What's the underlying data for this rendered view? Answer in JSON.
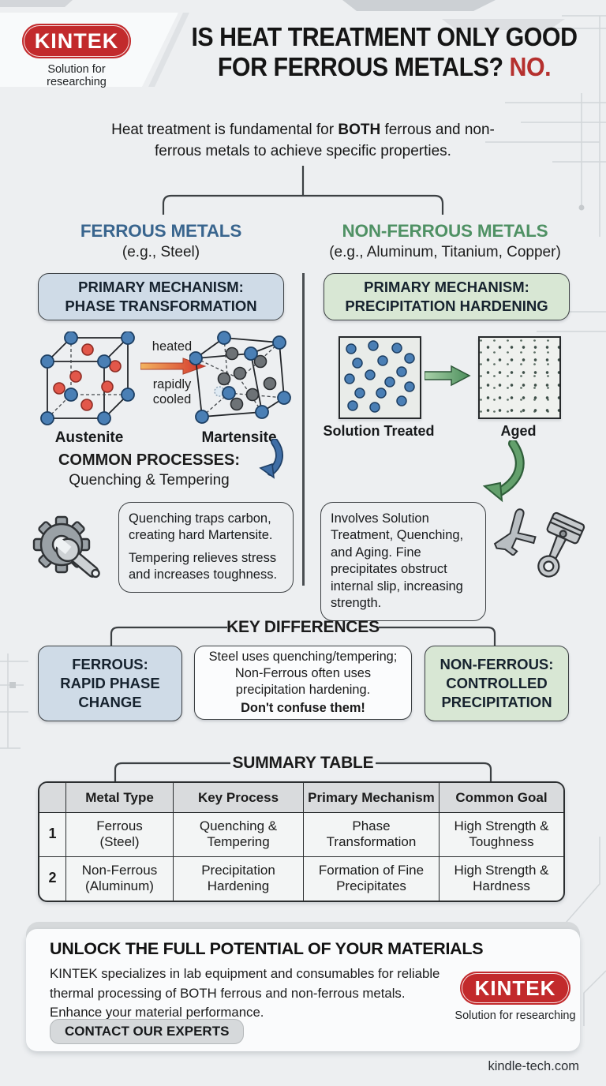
{
  "brand": {
    "name": "KINTEK",
    "tagline": "Solution for researching"
  },
  "header": {
    "title_line1": "IS HEAT TREATMENT ONLY GOOD",
    "title_line2": "FOR FERROUS METALS?",
    "answer": "NO."
  },
  "intro": {
    "pre": "Heat treatment is fundamental for ",
    "bold": "BOTH",
    "post": " ferrous and non-ferrous metals to achieve specific properties."
  },
  "ferrous": {
    "heading": "FERROUS METALS",
    "example": "(e.g., Steel)",
    "mechanism_label": "PRIMARY MECHANISM:",
    "mechanism_value": "PHASE TRANSFORMATION",
    "arrow_label_top": "heated",
    "arrow_label_bottom": "rapidly cooled",
    "structure_before": "Austenite",
    "structure_after": "Martensite",
    "processes_label": "COMMON PROCESSES:",
    "processes_value": "Quenching & Tempering",
    "note_1": "Quenching traps carbon, creating hard Martensite.",
    "note_2": "Tempering relieves stress and increases toughness."
  },
  "nonferrous": {
    "heading": "NON-FERROUS METALS",
    "example": "(e.g., Aluminum, Titanium, Copper)",
    "mechanism_label": "PRIMARY MECHANISM:",
    "mechanism_value": "PRECIPITATION HARDENING",
    "structure_before": "Solution Treated",
    "structure_after": "Aged",
    "note": "Involves Solution Treatment, Quenching, and Aging. Fine precipitates obstruct internal slip, increasing strength."
  },
  "key_differences": {
    "title": "KEY DIFFERENCES",
    "ferrous_label": "FERROUS:",
    "ferrous_value": "RAPID PHASE CHANGE",
    "center_text": "Steel uses quenching/tempering; Non-Ferrous often uses precipitation hardening.",
    "center_warning": "Don't confuse them!",
    "nonferrous_label": "NON-FERROUS:",
    "nonferrous_value": "CONTROLLED PRECIPITATION"
  },
  "summary_table": {
    "title": "SUMMARY TABLE",
    "headers": [
      "Metal Type",
      "Key Process",
      "Primary Mechanism",
      "Common Goal"
    ],
    "rows": [
      {
        "num": "1",
        "metal": "Ferrous (Steel)",
        "process": "Quenching & Tempering",
        "mechanism": "Phase Transformation",
        "goal": "High Strength & Toughness"
      },
      {
        "num": "2",
        "metal": "Non-Ferrous (Aluminum)",
        "process": "Precipitation Hardening",
        "mechanism": "Formation of Fine Precipitates",
        "goal": "High Strength & Hardness"
      }
    ]
  },
  "footer": {
    "headline": "UNLOCK THE FULL POTENTIAL OF YOUR MATERIALS",
    "body": "KINTEK specializes in lab equipment and consumables for reliable thermal processing of BOTH ferrous and non-ferrous metals. Enhance your material performance.",
    "button": "CONTACT OUR EXPERTS",
    "website": "kindle-tech.com"
  },
  "colors": {
    "accent_red": "#b5302e",
    "logo_red": "#c22a2c",
    "ferrous_blue": "#39658e",
    "nonferrous_green": "#4f9164",
    "box_blue": "#cfdbe7",
    "box_green": "#d8e7d4"
  }
}
